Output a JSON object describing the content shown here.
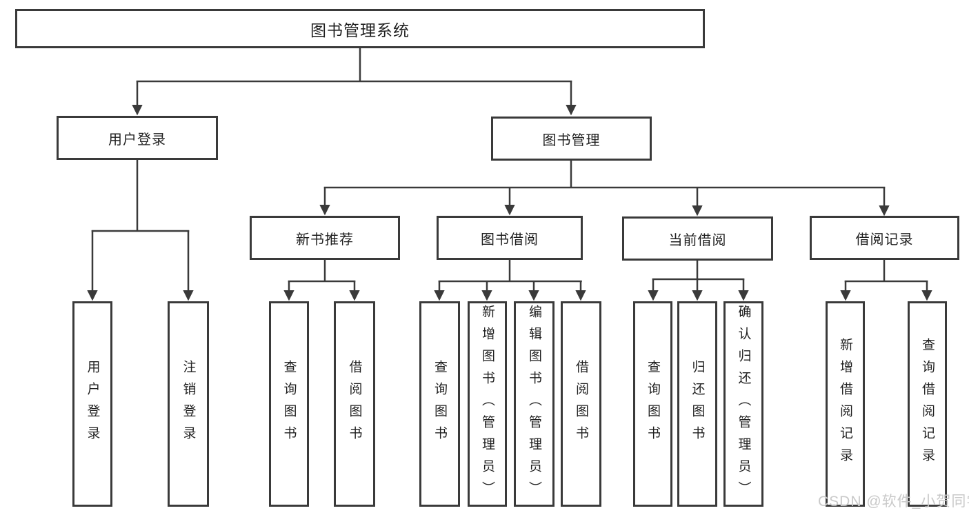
{
  "diagram": {
    "title_node": {
      "label": "图书管理系统"
    },
    "level2": [
      {
        "label": "用户登录"
      },
      {
        "label": "图书管理"
      }
    ],
    "level3": [
      {
        "label": "新书推荐",
        "parent": "图书管理"
      },
      {
        "label": "图书借阅",
        "parent": "图书管理"
      },
      {
        "label": "当前借阅",
        "parent": "图书管理"
      },
      {
        "label": "借阅记录",
        "parent": "图书管理"
      }
    ],
    "leaves": [
      {
        "label": "用户登录",
        "parent": "用户登录"
      },
      {
        "label": "注销登录",
        "parent": "用户登录"
      },
      {
        "label": "查询图书",
        "parent": "新书推荐"
      },
      {
        "label": "借阅图书",
        "parent": "新书推荐"
      },
      {
        "label": "查询图书",
        "parent": "图书借阅"
      },
      {
        "label": "新增图书（管理员）",
        "parent": "图书借阅"
      },
      {
        "label": "编辑图书（管理员）",
        "parent": "图书借阅"
      },
      {
        "label": "借阅图书",
        "parent": "图书借阅"
      },
      {
        "label": "查询图书",
        "parent": "当前借阅"
      },
      {
        "label": "归还图书",
        "parent": "当前借阅"
      },
      {
        "label": "确认归还（管理员）",
        "parent": "当前借阅"
      },
      {
        "label": "新增借阅记录",
        "parent": "借阅记录"
      },
      {
        "label": "查询借阅记录",
        "parent": "借阅记录"
      }
    ],
    "watermark": "CSDN @软件_小贺同学",
    "colors": {
      "line": "#3a3a3a",
      "text": "#1f1f1f",
      "watermark": "#c9c9c9",
      "background": "#ffffff"
    }
  }
}
